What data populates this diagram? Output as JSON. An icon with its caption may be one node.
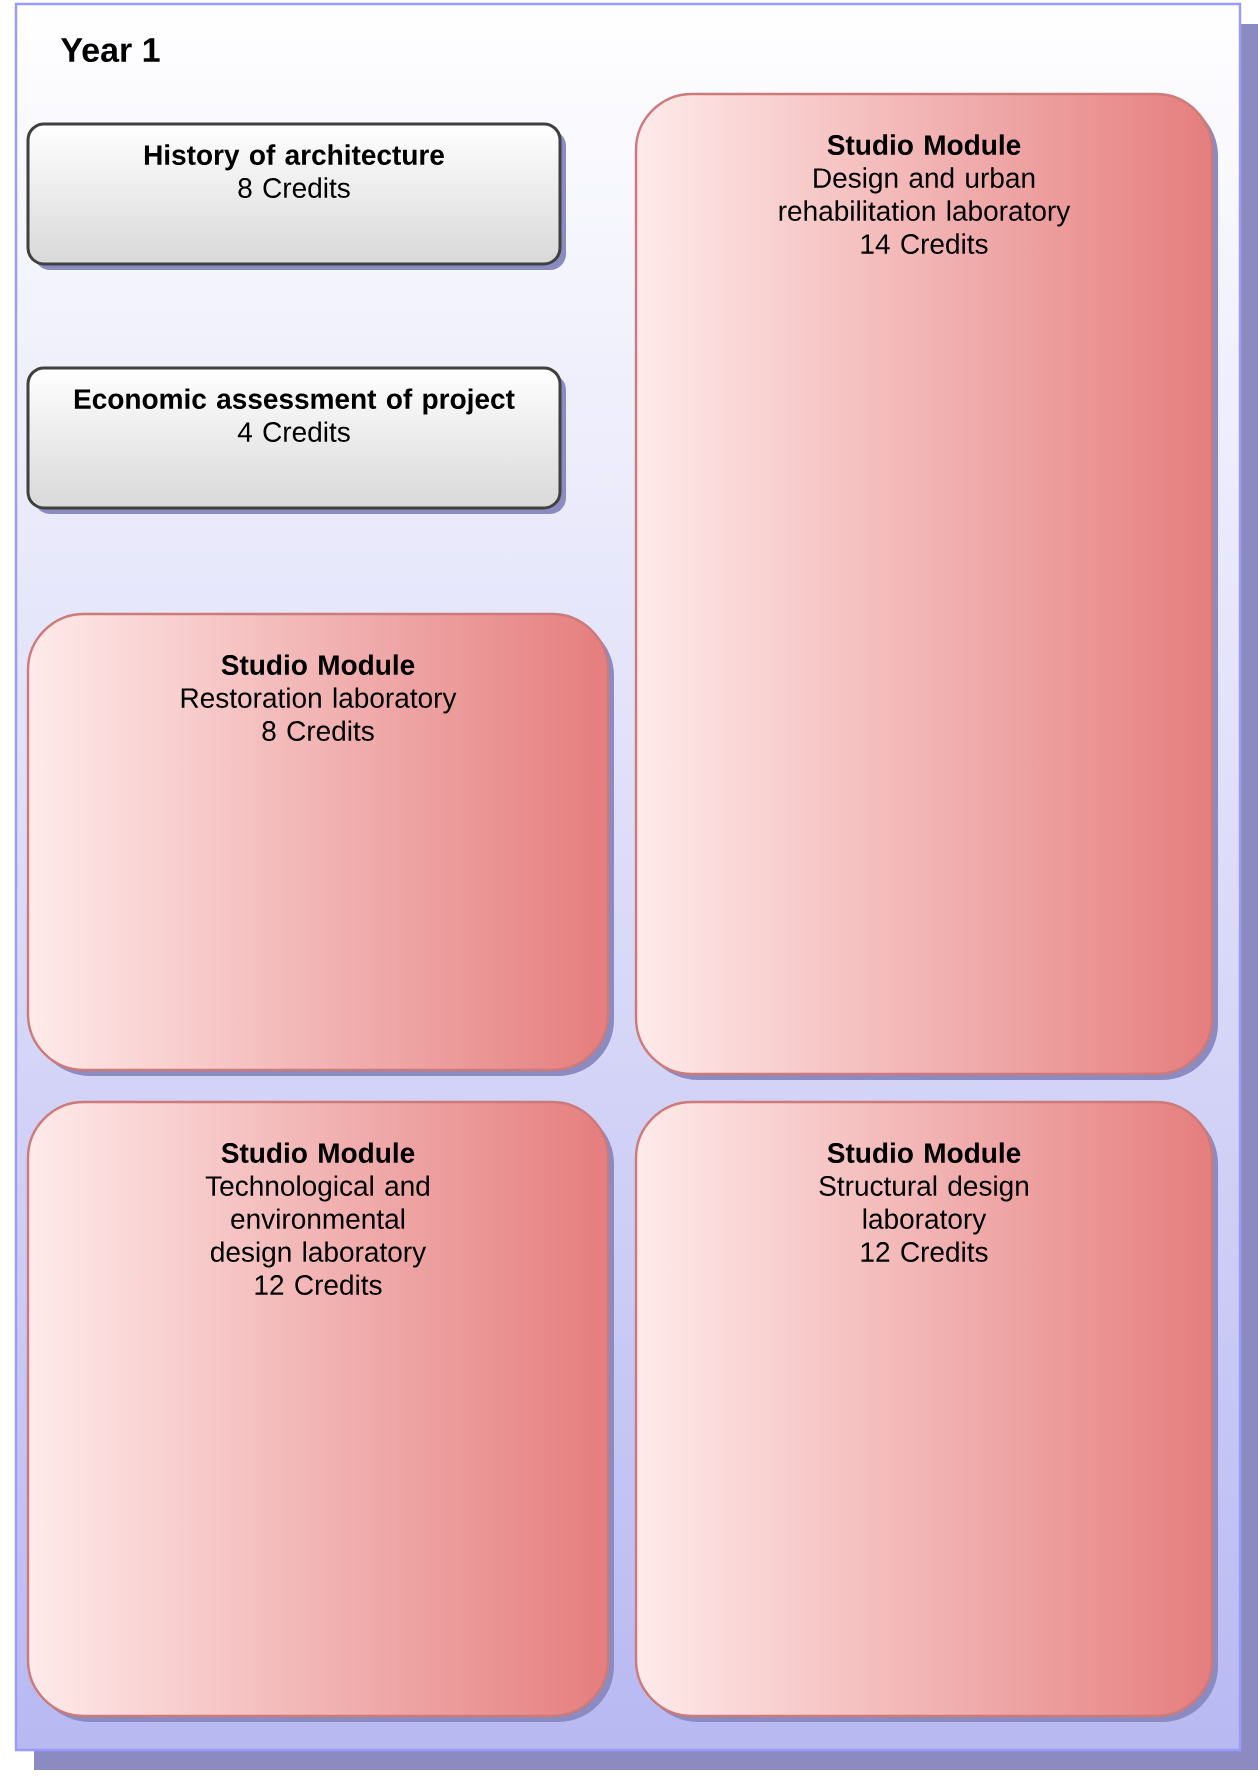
{
  "diagram": {
    "nodes": [
      {
        "text": [
          "Year 1"
        ]
      },
      {
        "text": [
          "History of architecture",
          "8 Credits"
        ],
        "in": 0
      },
      {
        "text": [
          "Economic assessment of project",
          "4 Credits"
        ],
        "in": 0
      },
      {
        "text": [
          "Studio Module",
          "Design and urban rehabilitation laboratory",
          "14 Credits"
        ],
        "in": 0
      },
      {
        "text": [
          "Studio Module",
          "Restoration laboratory",
          "8 Credits"
        ],
        "in": 0
      },
      {
        "text": [
          "Studio Module",
          "Technological and environmental design laboratory",
          "12 Credits"
        ],
        "in": 0
      },
      {
        "text": [
          "Studio Module",
          "Structural design laboratory",
          "12 Credits"
        ],
        "in": 0
      }
    ]
  }
}
